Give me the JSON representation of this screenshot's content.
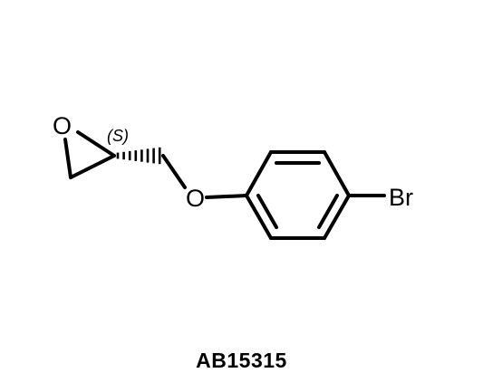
{
  "molecule": {
    "atoms": {
      "oxygen_epoxide": "O",
      "oxygen_ether": "O",
      "bromine": "Br"
    },
    "stereo_descriptor": "(S)"
  },
  "compound_id": "AB15315"
}
